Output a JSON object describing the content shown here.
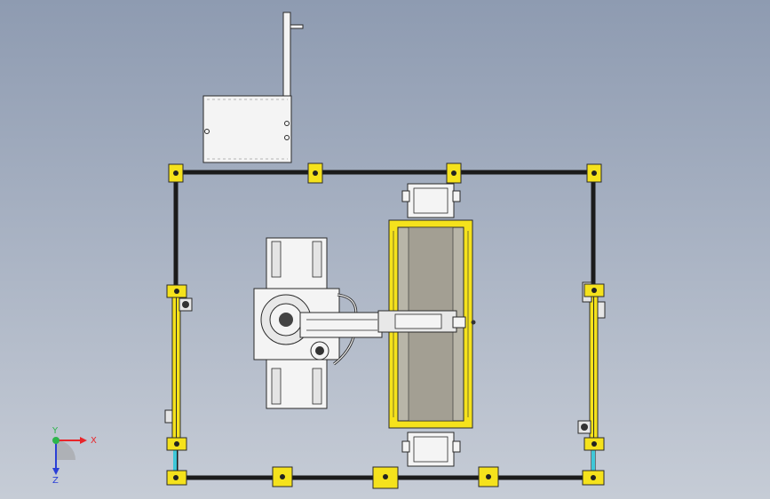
{
  "triad": {
    "x_label": "X",
    "y_label": "Y",
    "z_label": "Z",
    "x_color": "#e8262a",
    "y_color": "#2db54b",
    "z_color": "#2a3fd6"
  },
  "colors": {
    "background_top": "#8e9bb1",
    "background_bottom": "#c6ccd6",
    "frame": "#1b1b1b",
    "bracket": "#f5e21c",
    "rail": "#3fc7d8",
    "conveyor_belt": "#a39f93",
    "conveyor_frame": "#f5e21c",
    "panel": "#f4f4f4",
    "line": "#2a2a2a"
  },
  "icons": {
    "view_triad": "axis-triad-icon"
  }
}
